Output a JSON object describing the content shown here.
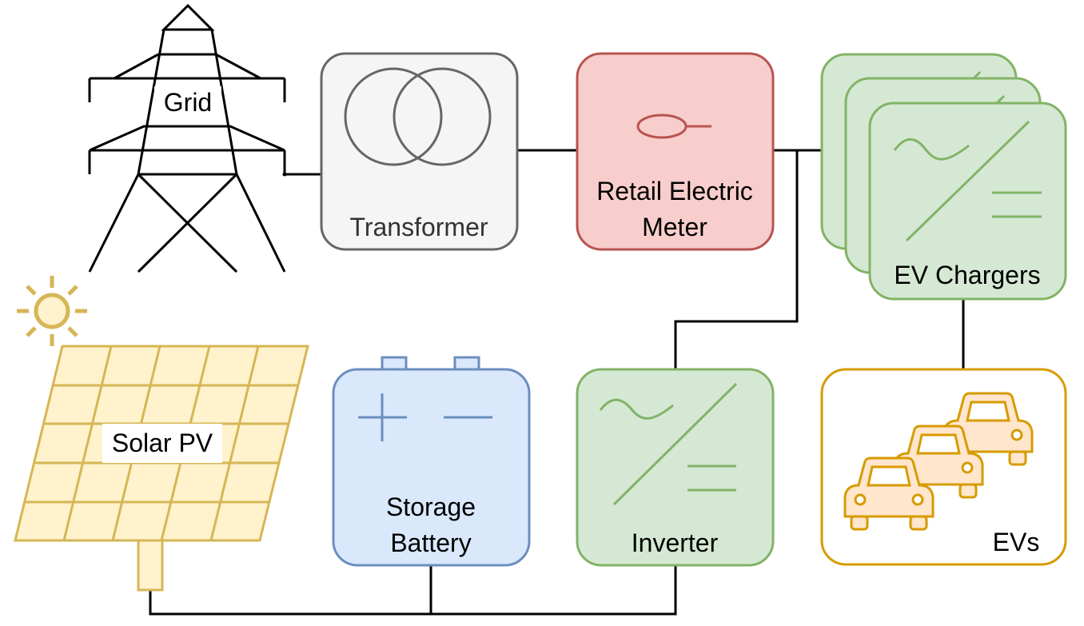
{
  "labels": {
    "grid": "Grid",
    "transformer": "Transformer",
    "meter_line1": "Retail Electric",
    "meter_line2": "Meter",
    "ev_chargers": "EV Chargers",
    "solar_pv": "Solar PV",
    "battery_line1": "Storage",
    "battery_line2": "Battery",
    "inverter": "Inverter",
    "evs": "EVs"
  },
  "colors": {
    "wire": "#000000",
    "transformer_fill": "#f5f5f5",
    "transformer_stroke": "#666666",
    "meter_fill": "#f8cecc",
    "meter_stroke": "#b85450",
    "green_fill": "#d5e8d4",
    "green_stroke": "#82b366",
    "battery_fill": "#dae8fc",
    "battery_stroke": "#6c8ebf",
    "solar_fill": "#fff2cc",
    "solar_stroke": "#d6b656",
    "sun": "#d6b656",
    "ev_stroke": "#d79b00",
    "ev_fill": "#ffe6cc"
  },
  "icons": {
    "grid": "transmission-tower-icon",
    "transformer": "transformer-coils-icon",
    "meter": "meter-symbol-icon",
    "charger": "ac-dc-converter-icon",
    "battery": "battery-plus-minus-icon",
    "solar": "solar-panel-icon",
    "sun": "sun-icon",
    "car": "car-icon"
  }
}
